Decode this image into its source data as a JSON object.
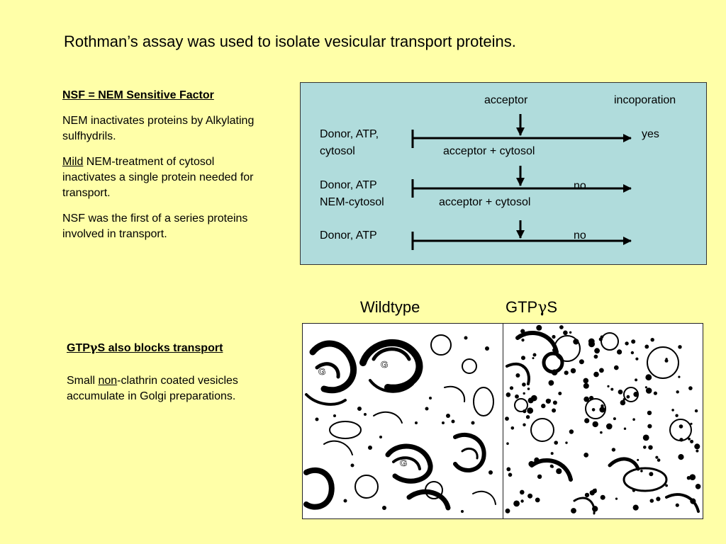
{
  "slide": {
    "title": "Rothman’s assay was used to isolate vesicular transport proteins."
  },
  "nsf_block": {
    "heading": "NSF = NEM Sensitive Factor",
    "p1": "NEM inactivates proteins by Alkylating sulfhydrils.",
    "p2_mild": "Mild",
    "p2_rest": " NEM-treatment of cytosol inactivates a single protein needed for transport.",
    "p3": "NSF was the first of a series proteins involved in transport."
  },
  "assay": {
    "col_acceptor": "acceptor",
    "col_incorporation": "incoporation",
    "rows": [
      {
        "donor_line1": "Donor, ATP,",
        "donor_line2": "cytosol",
        "sublabel": "acceptor + cytosol",
        "result": "yes"
      },
      {
        "donor_line1": "Donor, ATP",
        "donor_line2": "NEM-cytosol",
        "sublabel": "acceptor + cytosol",
        "result": "no"
      },
      {
        "donor_line1": "Donor, ATP",
        "donor_line2": "",
        "sublabel": "",
        "result": "no"
      }
    ]
  },
  "micrographs": {
    "label_wildtype": "Wildtype",
    "label_gtp_prefix": "GTP",
    "label_gtp_gamma": "γ",
    "label_gtp_suffix": "S",
    "golgi_marker": "G"
  },
  "gtp_block": {
    "heading_prefix": "GTP",
    "heading_gamma": "γ",
    "heading_suffix": "S also blocks transport",
    "p_prefix": "Small ",
    "p_non": "non",
    "p_rest": "-clathrin coated vesicles accumulate in Golgi preparations."
  }
}
